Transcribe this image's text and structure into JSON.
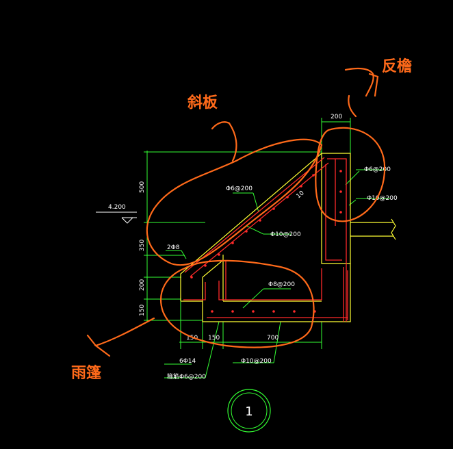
{
  "annotations": {
    "sloped_slab": "斜板",
    "upturned_edge": "反檐",
    "canopy": "雨篷"
  },
  "elevation_label": "4.200",
  "dimensions": {
    "top_200": "200",
    "left_500": "500",
    "left_350": "350",
    "left_200": "200",
    "left_150": "150",
    "bottom_150a": "150",
    "bottom_150b": "150",
    "bottom_700": "700"
  },
  "rebar_labels": {
    "upper_slope": "Φ6@200",
    "mid_slope": "Φ10@200",
    "corner": "2Φ8",
    "right_top": "Φ6@200",
    "right_bottom": "Φ10@200",
    "bottom_slab": "Φ8@200",
    "bottom_main": "Φ10@200",
    "bottom_6phi14": "6Φ14",
    "bottom_dist": "箍筋Φ6@200",
    "small_10": "10"
  },
  "section_number": "1",
  "colors": {
    "background": "#000000",
    "annotation": "#ff6a1a",
    "dimension": "#33ff33",
    "outline": "#ffff33",
    "rebar": "#ff2a2a",
    "text": "#ffffff"
  }
}
